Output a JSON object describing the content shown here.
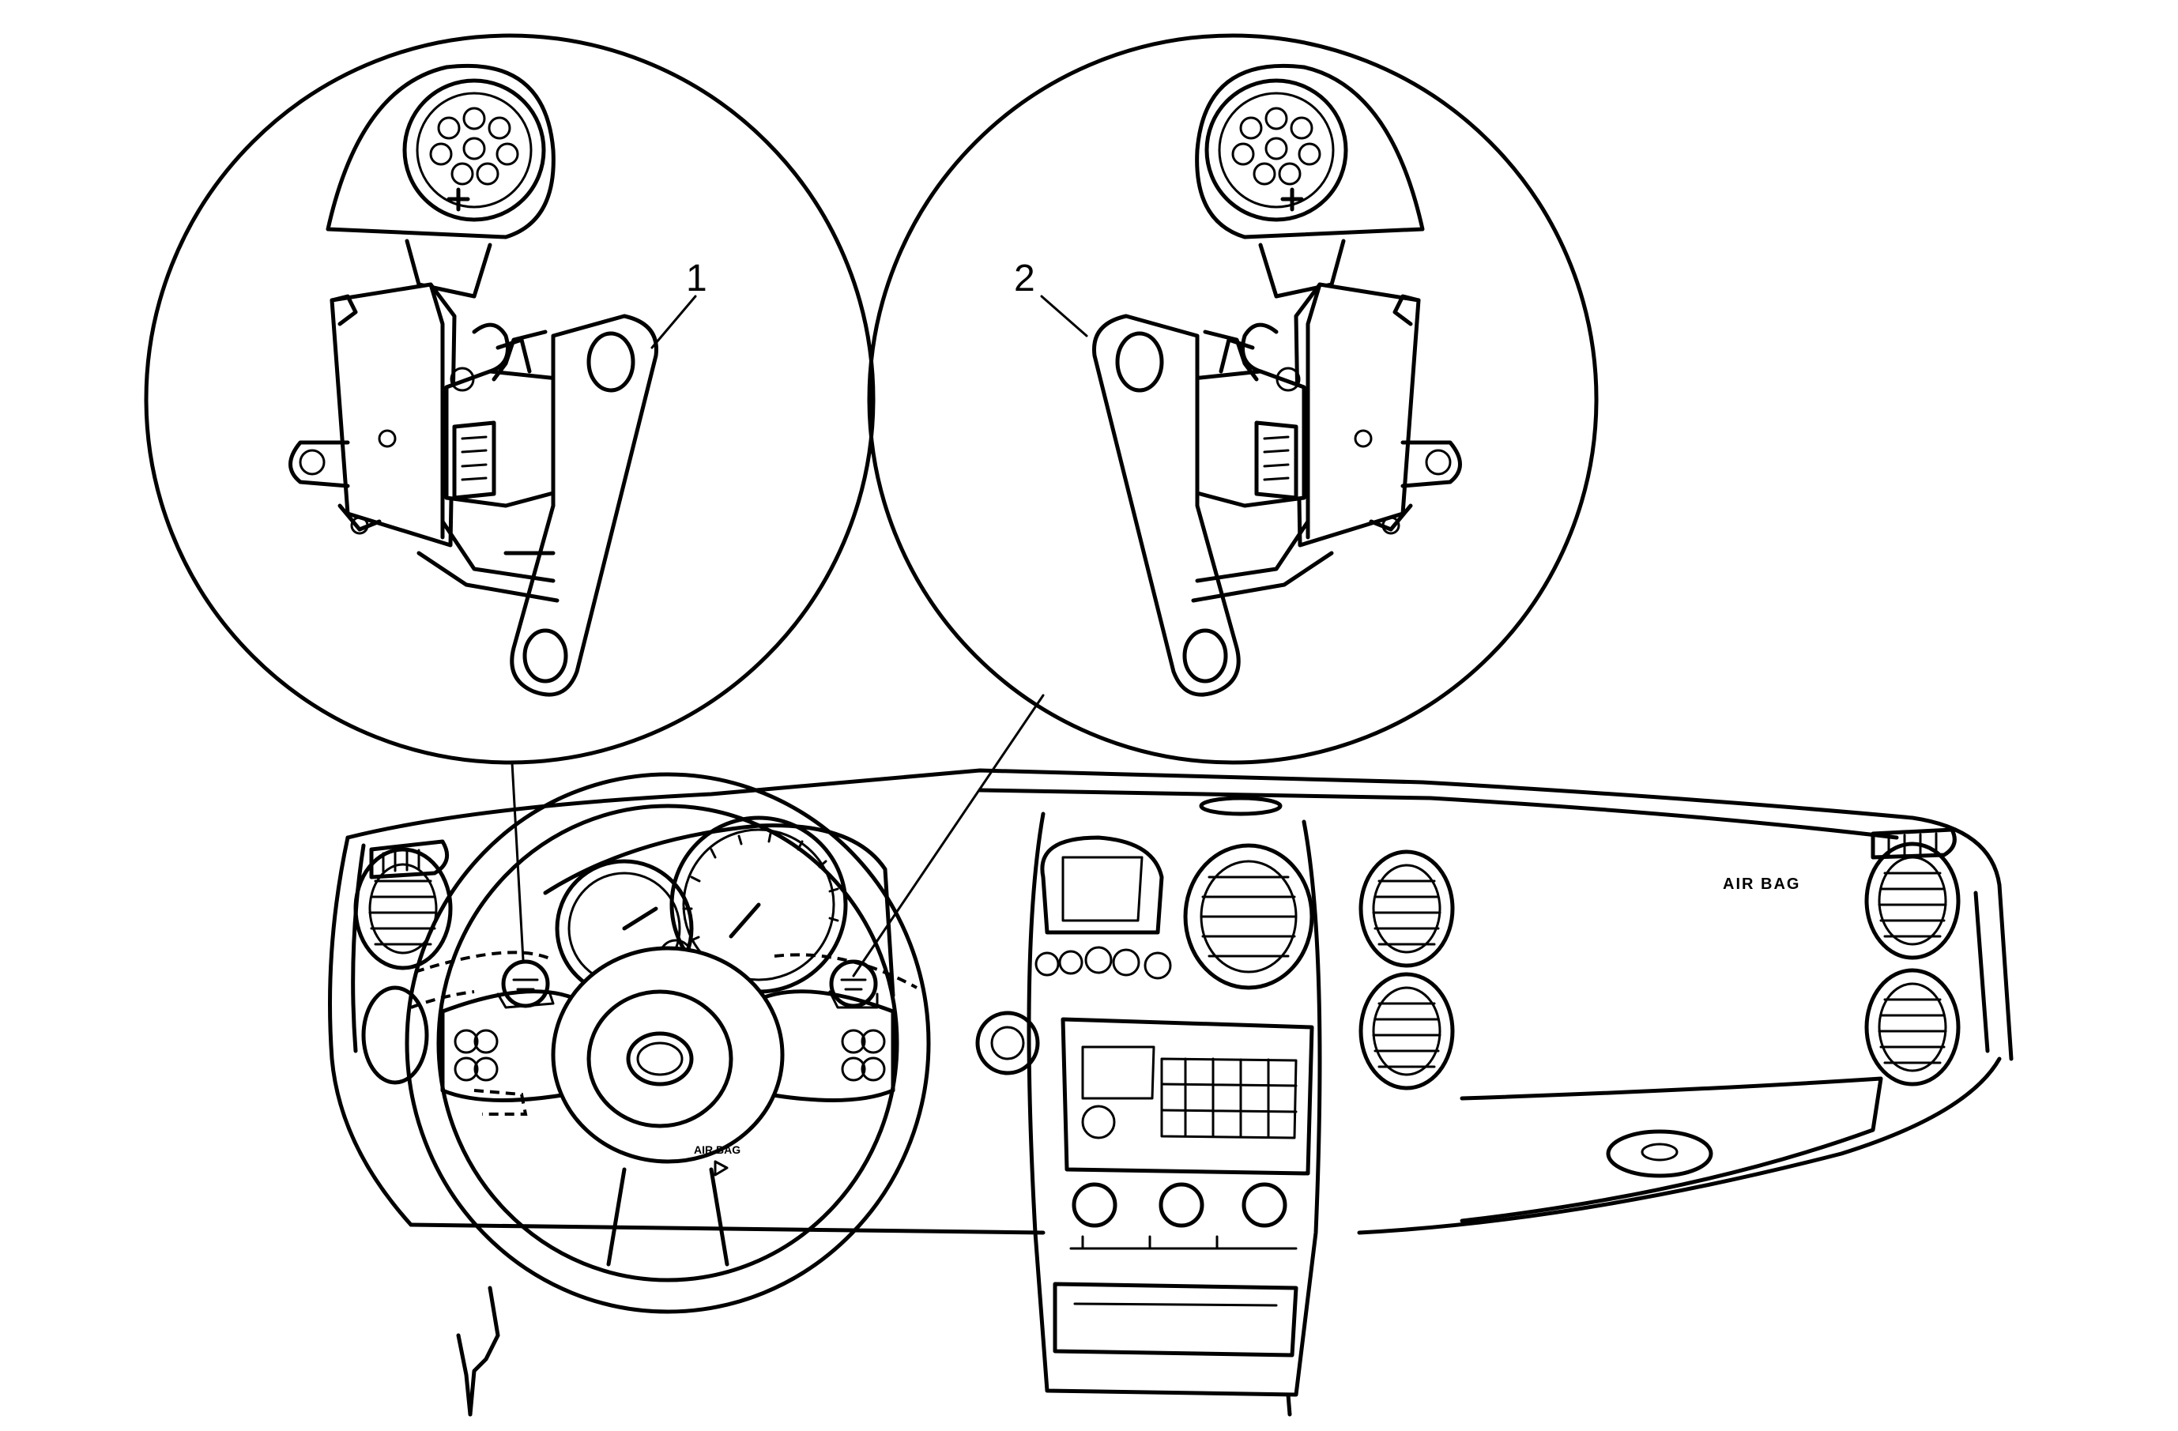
{
  "callouts": {
    "left_number": "1",
    "right_number": "2"
  },
  "dashboard": {
    "passenger_airbag_label": "AIR BAG",
    "steering_airbag_label": "AIR BAG"
  },
  "colors": {
    "line": "#000000",
    "background": "#ffffff"
  }
}
